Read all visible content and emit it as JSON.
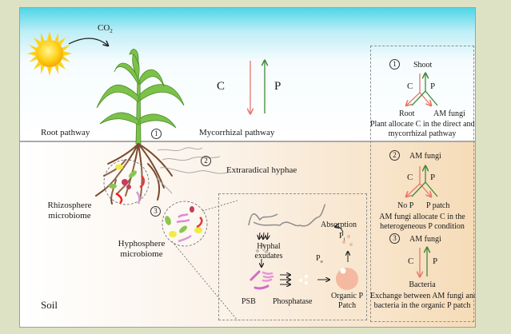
{
  "top": {
    "co2_label": "CO",
    "co2_subscript": "2",
    "root_pathway": "Root pathway",
    "mycorrhizal_pathway": "Mycorrhizal pathway",
    "c_label": "C",
    "p_label": "P",
    "marker_1": "1"
  },
  "soil": {
    "marker_2": "2",
    "marker_3": "3",
    "extraradical_hyphae": "Extraradical hyphae",
    "rhizosphere_line1": "Rhizosphere",
    "rhizosphere_line2": "microbiome",
    "hyphosphere_line1": "Hyphosphere",
    "hyphosphere_line2": "microbiome",
    "soil_label": "Soil"
  },
  "inset": {
    "hyphal_exudates_line1": "Hyphal",
    "hyphal_exudates_line2": "exudates",
    "absorption": "Absorption",
    "pi": "P",
    "pi_sub": "i",
    "po": "P",
    "po_sub": "o",
    "psb": "PSB",
    "phosphatase": "Phosphatase",
    "organic_p_line1": "Organic P",
    "organic_p_line2": "Patch"
  },
  "legend": {
    "box1": {
      "number": "1",
      "top": "Shoot",
      "c": "C",
      "p": "P",
      "left": "Root",
      "right": "AM fungi",
      "caption_line1": "Plant allocate C in the direct and",
      "caption_line2": "mycorrhizal pathway"
    },
    "box2": {
      "number": "2",
      "top": "AM fungi",
      "c": "C",
      "p": "P",
      "left": "No P",
      "right": "P patch",
      "caption_line1": "AM fungi allocate C in the",
      "caption_line2": "heterogeneous P condition"
    },
    "box3": {
      "number": "3",
      "top": "AM fungi",
      "c": "C",
      "p": "P",
      "bottom": "Bacteria",
      "caption_line1": "Exchange between AM fungi and",
      "caption_line2": "bacteria in the organic P patch"
    }
  },
  "colors": {
    "carbon_arrow": "#e8776a",
    "phosphorus_arrow": "#3f8a3a",
    "leaf": "#7cc24a",
    "root": "#7a4a2e",
    "sky_top": "#4ed6e8",
    "soil_right": "#f6dcb8",
    "background": "#dde2c4"
  }
}
